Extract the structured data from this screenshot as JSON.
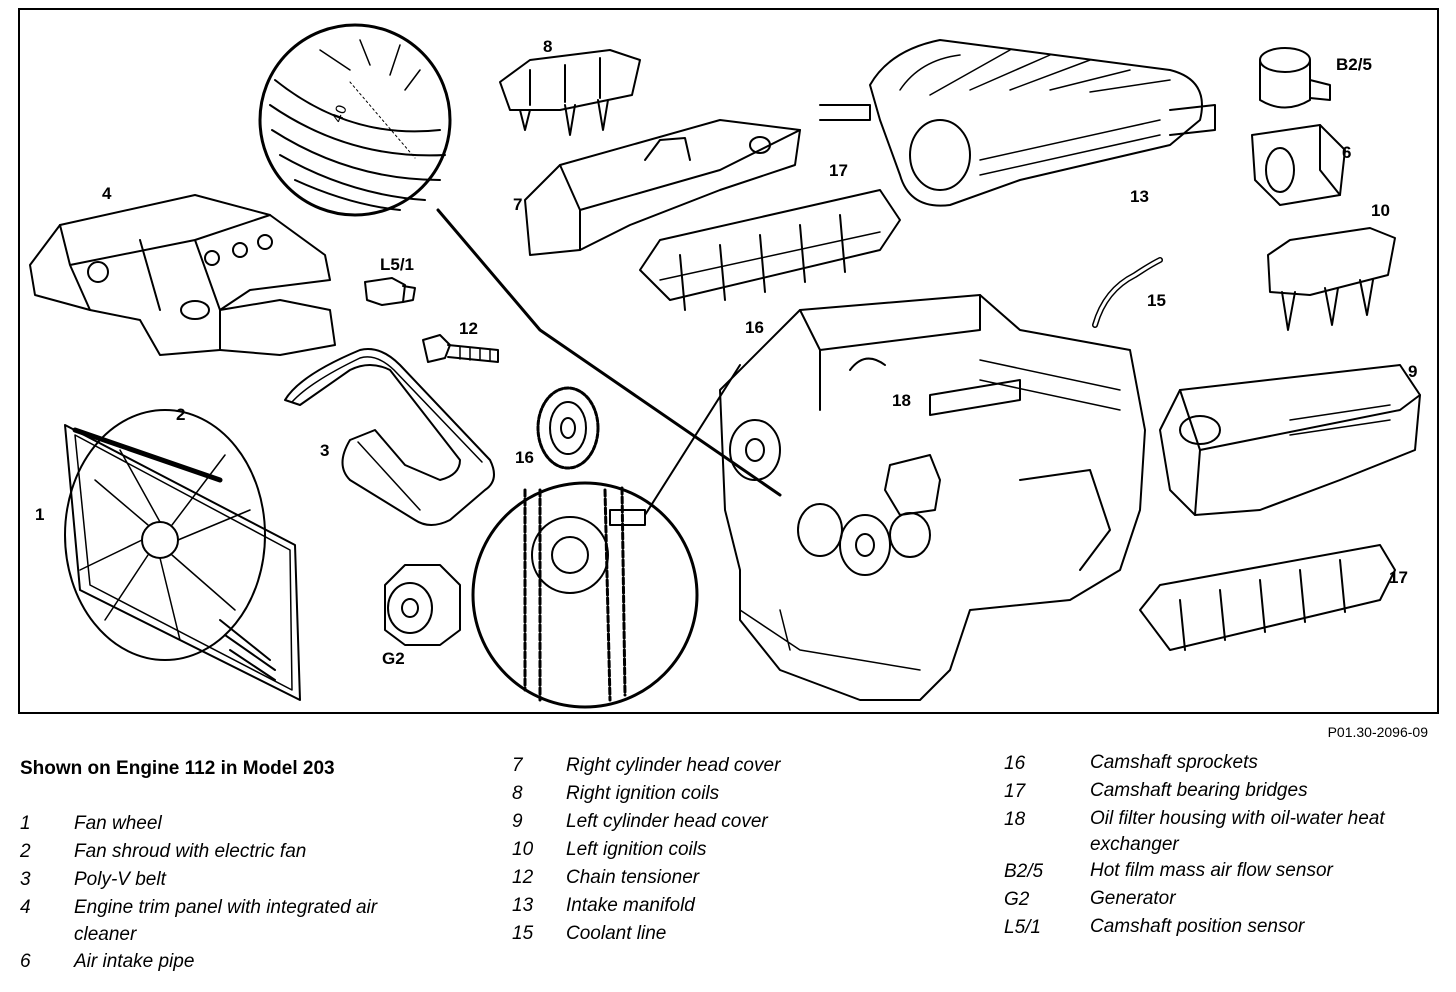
{
  "figure": {
    "reference_code": "P01.30-2096-09",
    "callouts": {
      "c1": "1",
      "c2": "2",
      "c3": "3",
      "c4": "4",
      "c6": "6",
      "c7": "7",
      "c8": "8",
      "c9": "9",
      "c10": "10",
      "c12": "12",
      "c13": "13",
      "c15": "15",
      "c16a": "16",
      "c16b": "16",
      "c17a": "17",
      "c17b": "17",
      "c18": "18",
      "cB25": "B2/5",
      "cG2": "G2",
      "cL51": "L5/1"
    }
  },
  "legend": {
    "title": "Shown on Engine 112 in Model 203",
    "column1": [
      {
        "key": "1",
        "desc": "Fan wheel"
      },
      {
        "key": "2",
        "desc": "Fan shroud with electric fan"
      },
      {
        "key": "3",
        "desc": "Poly-V belt"
      },
      {
        "key": "4",
        "desc": "Engine trim panel with integrated air cleaner"
      },
      {
        "key": "6",
        "desc": "Air intake pipe"
      }
    ],
    "column2": [
      {
        "key": "7",
        "desc": "Right cylinder head cover"
      },
      {
        "key": "8",
        "desc": "Right ignition coils"
      },
      {
        "key": "9",
        "desc": "Left cylinder head cover"
      },
      {
        "key": "10",
        "desc": "Left ignition coils"
      },
      {
        "key": "12",
        "desc": "Chain tensioner"
      },
      {
        "key": "13",
        "desc": "Intake manifold"
      },
      {
        "key": "15",
        "desc": "Coolant line"
      }
    ],
    "column3": [
      {
        "key": "16",
        "desc": "Camshaft sprockets"
      },
      {
        "key": "17",
        "desc": "Camshaft bearing bridges"
      },
      {
        "key": "18",
        "desc": "Oil filter housing with oil-water heat exchanger"
      },
      {
        "key": "B2/5",
        "desc": "Hot film mass air flow sensor"
      },
      {
        "key": "G2",
        "desc": "Generator"
      },
      {
        "key": "L5/1",
        "desc": "Camshaft position sensor"
      }
    ]
  }
}
